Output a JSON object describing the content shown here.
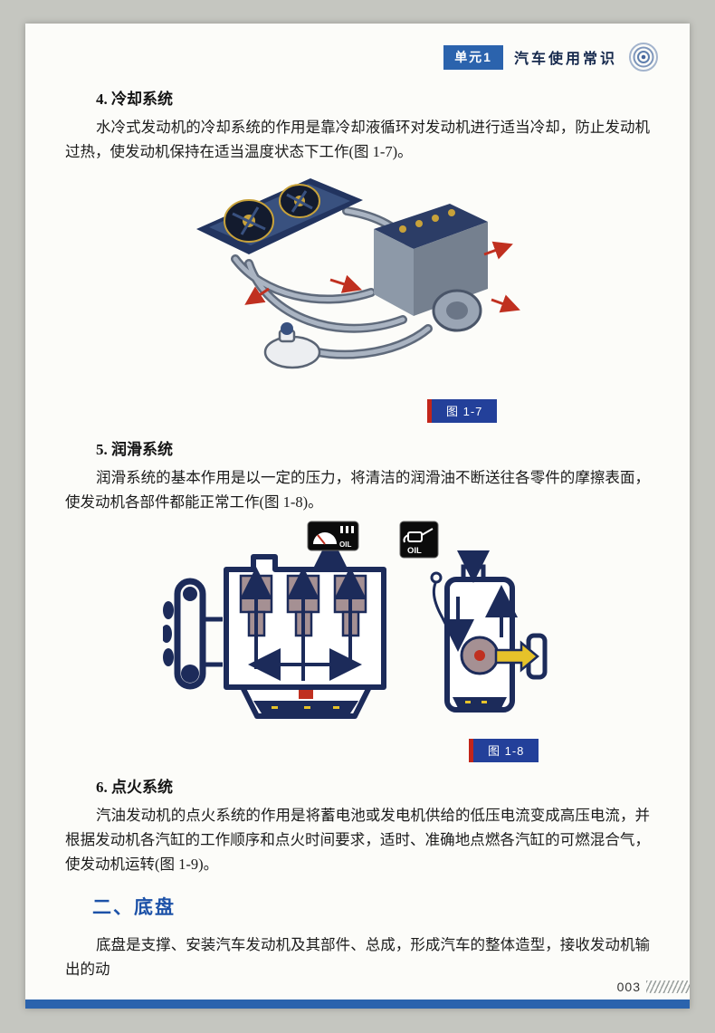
{
  "header": {
    "unit_badge": "单元1",
    "title": "汽车使用常识"
  },
  "sections": {
    "cooling": {
      "heading": "4. 冷却系统",
      "body": "水冷式发动机的冷却系统的作用是靠冷却液循环对发动机进行适当冷却，防止发动机过热，使发动机保持在适当温度状态下工作(图 1-7)。",
      "figure_caption": "图 1-7"
    },
    "lubrication": {
      "heading": "5. 润滑系统",
      "body": "润滑系统的基本作用是以一定的压力，将清洁的润滑油不断送往各零件的摩擦表面，使发动机各部件都能正常工作(图 1-8)。",
      "figure_caption": "图 1-8",
      "oil_gauge_label": "OIL",
      "oil_can_label": "OIL"
    },
    "ignition": {
      "heading": "6. 点火系统",
      "body": "汽油发动机的点火系统的作用是将蓄电池或发电机供给的低压电流变成高压电流，并根据发动机各汽缸的工作顺序和点火时间要求，适时、准确地点燃各汽缸的可燃混合气，使发动机运转(图 1-9)。"
    },
    "chassis": {
      "heading": "二、底盘",
      "body": "底盘是支撑、安装汽车发动机及其部件、总成，形成汽车的整体造型，接收发动机输出的动"
    }
  },
  "footer": {
    "page_number": "003"
  },
  "colors": {
    "badge_blue": "#2b63ad",
    "caption_blue": "#23409a",
    "caption_red": "#c2251a",
    "chapter_heading_blue": "#1d52a8",
    "footer_bar_blue": "#2b63ad"
  }
}
